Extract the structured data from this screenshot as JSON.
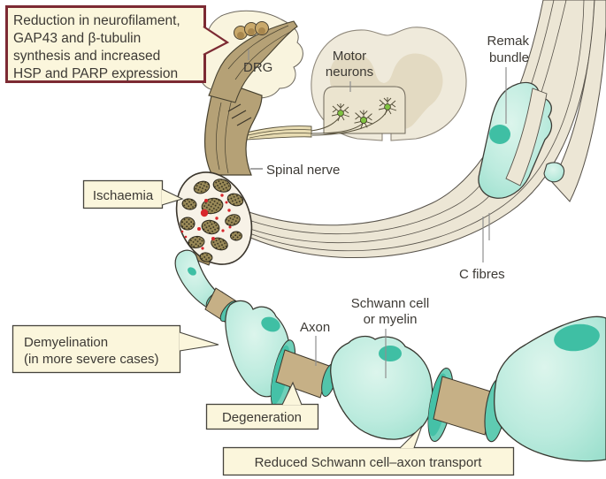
{
  "callouts": {
    "synthesis_box": {
      "line1": "Reduction in neurofilament,",
      "line2": "GAP43 and β-tubulin",
      "line3": "synthesis and increased",
      "line4": "HSP and PARP expression"
    },
    "ischaemia": {
      "label": "Ischaemia"
    },
    "demyelination": {
      "line1": "Demyelination",
      "line2": "(in more severe cases)"
    },
    "degeneration": {
      "label": "Degeneration"
    },
    "reduced_transport": {
      "label": "Reduced Schwann cell–axon transport"
    }
  },
  "labels": {
    "drg": "DRG",
    "motor_neurons_line1": "Motor",
    "motor_neurons_line2": "neurons",
    "remak_line1": "Remak",
    "remak_line2": "bundle",
    "spinal_nerve": "Spinal nerve",
    "c_fibres": "C fibres",
    "axon": "Axon",
    "schwann_line1": "Schwann cell",
    "schwann_line2": "or myelin"
  },
  "colors": {
    "background": "#ffffff",
    "callout_fill": "#FBF6DC",
    "callout_border": "#46443c",
    "synthesis_box_border": "#7c2a33",
    "schwann_cell_teal": "#A9E4D4",
    "schwann_nucleus": "#3FBFA4",
    "axon_tan": "#C6B086",
    "nerve_tan": "#B5A176",
    "fibre_beige": "#ECE6D5",
    "spinal_cord_beige": "#EFEADB",
    "ischaemia_red": "#D8262C",
    "motor_neuron_green": "#7FC241"
  }
}
